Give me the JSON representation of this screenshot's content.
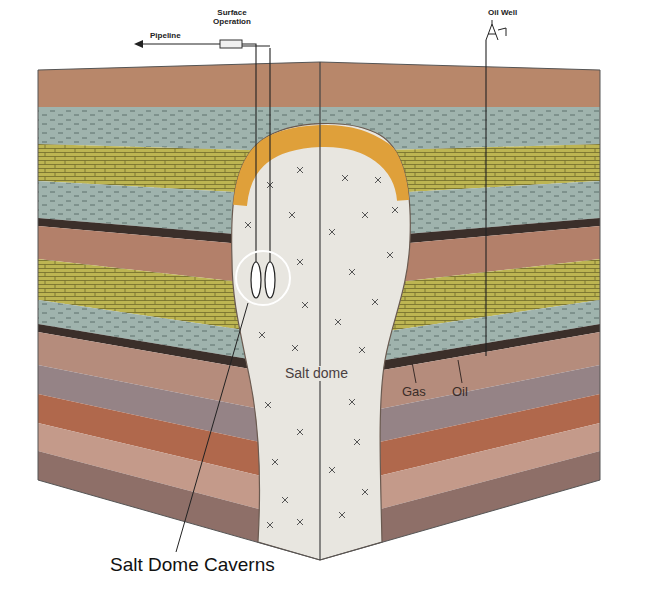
{
  "diagram": {
    "labels": [
      "Pipeline",
      "Surface Operation",
      "Oil Well",
      "Salt dome",
      "Gas",
      "Oil",
      "Salt Dome Caverns"
    ]
  }
}
